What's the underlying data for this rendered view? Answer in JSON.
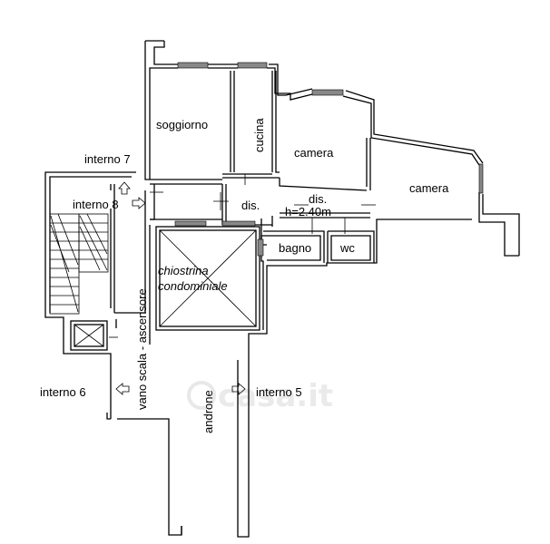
{
  "labels": {
    "soggiorno": "soggiorno",
    "cucina": "cucina",
    "camera_1": "camera",
    "camera_2": "camera",
    "interno_7": "interno 7",
    "interno_8": "interno 8",
    "dis_1": "dis.",
    "dis_2": "dis.",
    "height": "h=2.40m",
    "bagno": "bagno",
    "wc": "wc",
    "chiostrina_1": "chiostrina",
    "chiostrina_2": "condominiale",
    "vano_scala": "vano scala - ascensore",
    "interno_6": "interno 6",
    "androne": "androne",
    "interno_5": "interno 5"
  }
}
